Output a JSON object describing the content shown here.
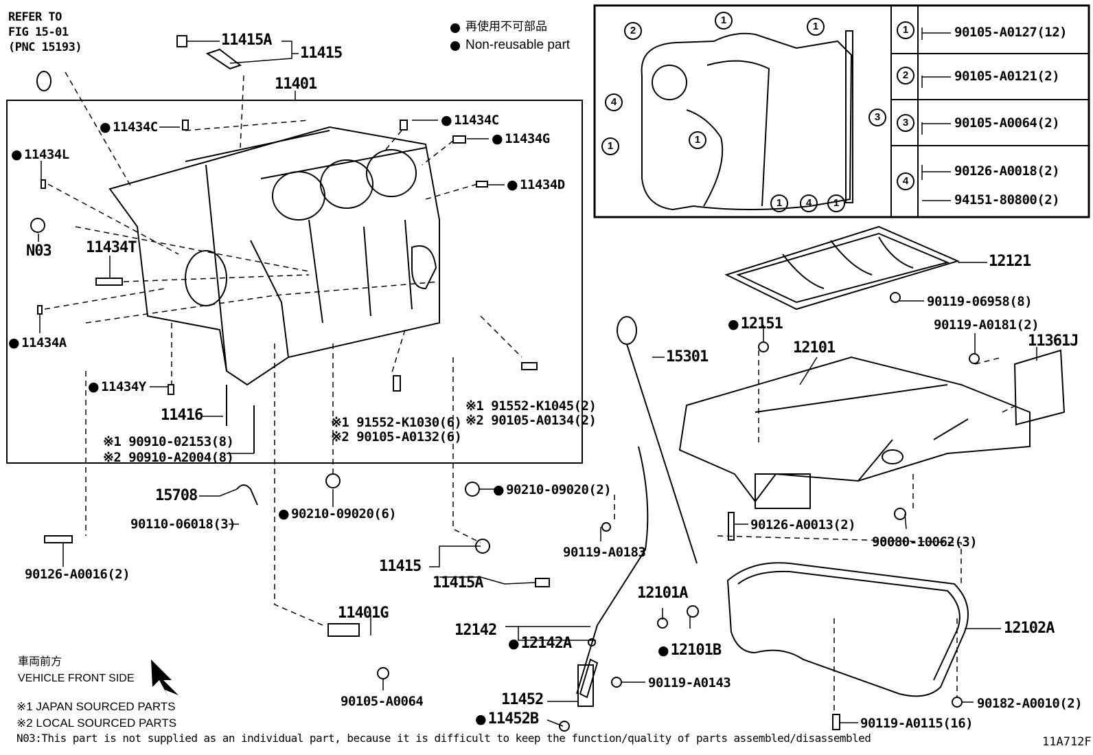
{
  "refer": {
    "line1": "REFER TO",
    "line2": "FIG 15-01",
    "line3": "(PNC 15193)"
  },
  "legend": {
    "jp": "再使用不可部品",
    "en": "Non-reusable part"
  },
  "labels": {
    "p11415A_top": "11415A",
    "p11415_top": "11415",
    "p11401": "11401",
    "p11434C_l": "11434C",
    "p11434C_r": "11434C",
    "p11434G": "11434G",
    "p11434L": "11434L",
    "p11434D": "11434D",
    "pN03": "N03",
    "p11434T": "11434T",
    "p11434A": "11434A",
    "p11434Y": "11434Y",
    "p11416": "11416",
    "b_9091002153": "※1 90910-02153(8)",
    "b_90910A2004": "※2 90910-A2004(8)",
    "b_91552K1030": "※1 91552-K1030(6)",
    "b_90105A0132": "※2 90105-A0132(6)",
    "b_91552K1045": "※1 91552-K1045(2)",
    "b_90105A0134": "※2 90105-A0134(2)",
    "p15708": "15708",
    "b_9011006018": "90110-06018(3)",
    "p90210_6": "90210-09020(6)",
    "p90210_2": "90210-09020(2)",
    "p90126A0016": "90126-A0016(2)",
    "p15301": "15301",
    "p90119A0183": "90119-A0183",
    "p11415_bot": "11415",
    "p11415A_bot": "11415A",
    "p11401G": "11401G",
    "p90105A0064": "90105-A0064",
    "p12142": "12142",
    "p12142A": "12142A",
    "p12101A": "12101A",
    "p12101B": "12101B",
    "p11452": "11452",
    "p11452B": "11452B",
    "p90119A0143": "90119-A0143",
    "p12121": "12121",
    "p9011906958": "90119-06958(8)",
    "p12151": "12151",
    "p12101": "12101",
    "p90119A0181": "90119-A0181(2)",
    "p11361J": "11361J",
    "p90126A0013": "90126-A0013(2)",
    "p9008010062": "90080-10062(3)",
    "p12102A": "12102A",
    "p90182A0010": "90182-A0010(2)",
    "p90119A0115": "90119-A0115(16)"
  },
  "inset_table": [
    {
      "num": "1",
      "parts": [
        "90105-A0127(12)"
      ]
    },
    {
      "num": "2",
      "parts": [
        "90105-A0121(2)"
      ]
    },
    {
      "num": "3",
      "parts": [
        "90105-A0064(2)"
      ]
    },
    {
      "num": "4",
      "parts": [
        "90126-A0018(2)",
        "94151-80800(2)"
      ]
    }
  ],
  "inset_callouts": [
    "2",
    "1",
    "1",
    "4",
    "1",
    "1",
    "3",
    "1",
    "4",
    "1"
  ],
  "front": {
    "jp": "車両前方",
    "en": "VEHICLE FRONT SIDE"
  },
  "notes": {
    "n1": "※1 JAPAN SOURCED PARTS",
    "n2": "※2 LOCAL SOURCED PARTS",
    "n3": "N03:This part is not supplied as an individual part, because it is difficult to keep the function/quality of parts assembled/disassembled"
  },
  "fig_code": "11A712F"
}
